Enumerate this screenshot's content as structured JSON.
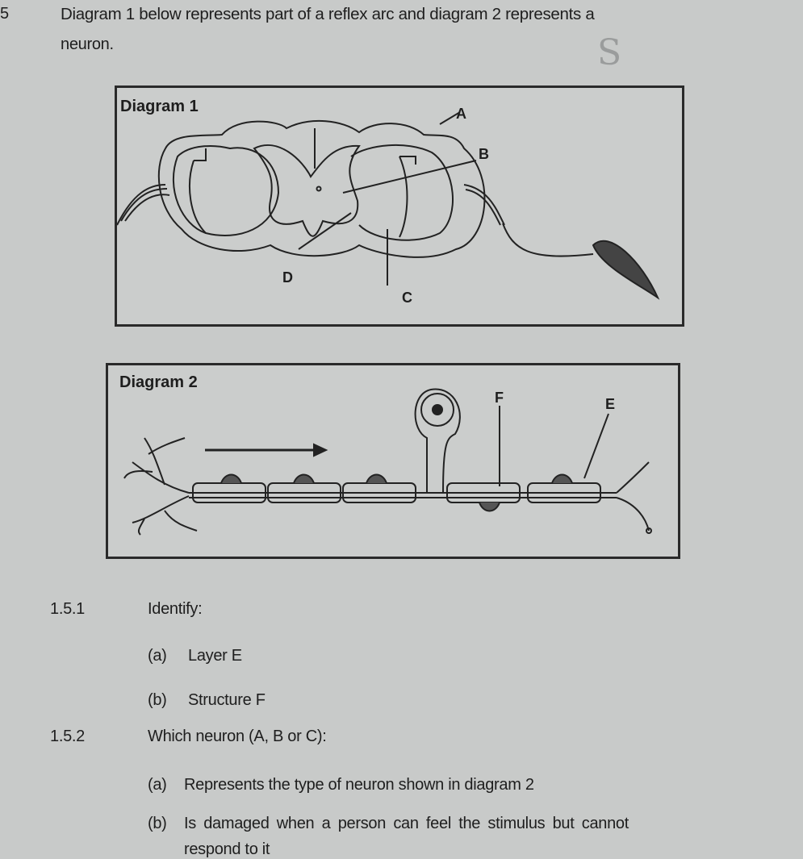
{
  "question": {
    "number": "5",
    "intro_line1": "Diagram 1 below represents part of a reflex arc and diagram 2 represents a",
    "intro_line2": "neuron.",
    "margin_mark": "S"
  },
  "diagram1": {
    "title": "Diagram 1",
    "labels": {
      "A": "A",
      "B": "B",
      "C": "C",
      "D": "D"
    }
  },
  "diagram2": {
    "title": "Diagram 2",
    "labels": {
      "E": "E",
      "F": "F"
    }
  },
  "subquestions": [
    {
      "number": "1.5.1",
      "prompt": "Identify:",
      "parts": [
        {
          "label": "(a)",
          "text": "Layer E"
        },
        {
          "label": "(b)",
          "text": "Structure F"
        }
      ]
    },
    {
      "number": "1.5.2",
      "prompt": "Which neuron (A, B or C):",
      "parts": [
        {
          "label": "(a)",
          "text": "Represents the type of neuron shown in diagram 2"
        },
        {
          "label": "(b)",
          "text": "Is damaged when a person can feel the stimulus but cannot",
          "text2": "respond to it"
        }
      ]
    }
  ]
}
